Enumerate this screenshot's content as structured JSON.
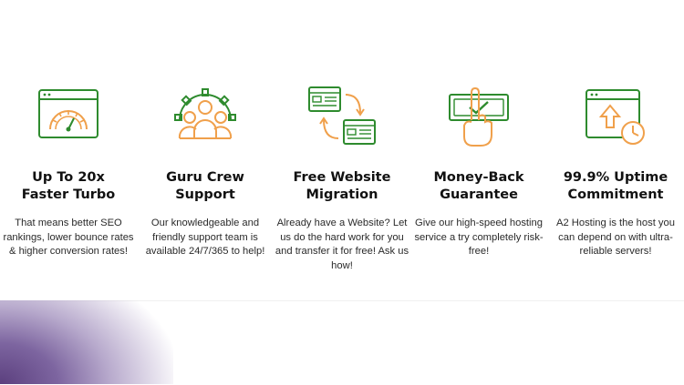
{
  "colors": {
    "icon_green": "#2e8b2e",
    "icon_orange": "#f0a04b",
    "title_text": "#111111",
    "body_text": "#2a2a2a",
    "corner_purple": "#5b3f7e"
  },
  "features": [
    {
      "icon": "speedometer-window-icon",
      "title": "Up To 20x\nFaster Turbo",
      "description": "That means better SEO rankings, lower bounce rates & higher conversion rates!"
    },
    {
      "icon": "team-gear-icon",
      "title": "Guru Crew\nSupport",
      "description": "Our knowledgeable and friendly support team is available 24/7/365 to help!"
    },
    {
      "icon": "website-migration-icon",
      "title": "Free Website\nMigration",
      "description": "Already have a Website? Let us do the hard work for you and transfer it for free! Ask us how!"
    },
    {
      "icon": "hand-money-check-icon",
      "title": "Money-Back\nGuarantee",
      "description": "Give our high-speed hosting service a try completely risk-free!"
    },
    {
      "icon": "uptime-clock-window-icon",
      "title": "99.9% Uptime\nCommitment",
      "description": "A2 Hosting is the host you can depend on with ultra-reliable servers!"
    }
  ]
}
